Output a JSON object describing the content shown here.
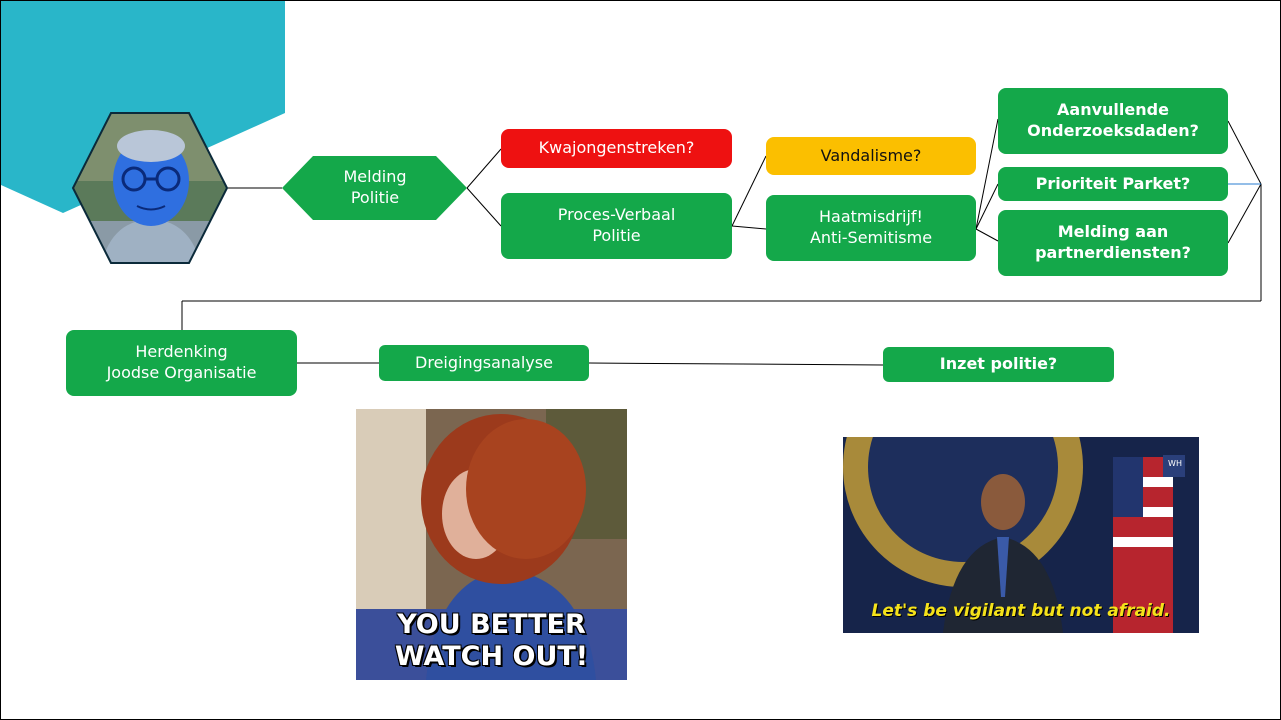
{
  "colors": {
    "accent": "#29b6c9",
    "node_green": "#14a84a",
    "node_red": "#ee1111",
    "node_amber": "#fbbf00"
  },
  "portrait": {
    "icon": "blue-statue-portrait"
  },
  "flow": {
    "melding_politie": "Melding\nPolitie",
    "kwajongenstreken": "Kwajongenstreken?",
    "proces_verbaal": "Proces-Verbaal\nPolitie",
    "vandalisme": "Vandalisme?",
    "haatmisdrijf": "Haatmisdrijf!\nAnti-Semitisme",
    "aanvullende": "Aanvullende\nOnderzoeksdaden?",
    "prioriteit": "Prioriteit Parket?",
    "melding_partner": "Melding aan\npartnerdiensten?",
    "herdenking": "Herdenking\nJoodse Organisatie",
    "dreigingsanalyse": "Dreigingsanalyse",
    "inzet_politie": "Inzet politie?"
  },
  "gif_left": {
    "caption_line1": "YOU BETTER",
    "caption_line2": "WATCH OUT!"
  },
  "gif_right": {
    "caption": "Let's be vigilant but not afraid.",
    "badge": "WH"
  }
}
